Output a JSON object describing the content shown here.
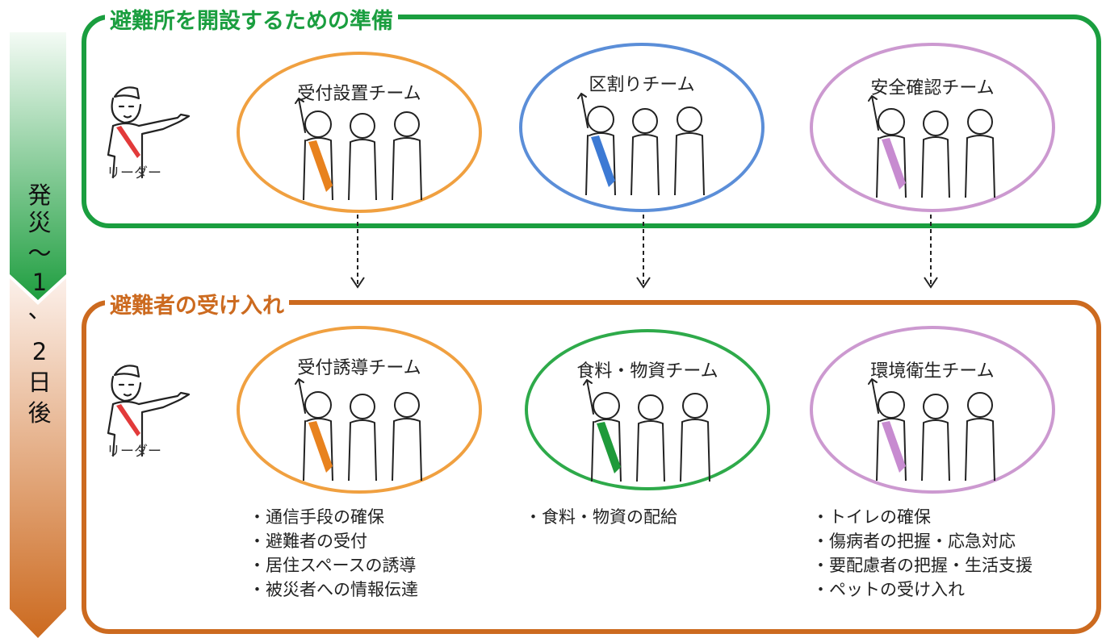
{
  "timeline": {
    "label": "発災〜1、2日後",
    "segments": [
      "発",
      "災",
      "〜",
      "1",
      "、",
      "2",
      "日",
      "後"
    ],
    "colors": {
      "top": "#1a9e3f",
      "bottom": "#cc6a1f"
    }
  },
  "phase_1": {
    "title": "避難所を開設するための準備",
    "color": "#1a9e3f",
    "leader_label": "リーダー",
    "teams": [
      {
        "name": "受付設置チーム",
        "color": "#f0a040",
        "sash": "#e8821e"
      },
      {
        "name": "区割りチーム",
        "color": "#5b8ed8",
        "sash": "#3d7ad4"
      },
      {
        "name": "安全確認チーム",
        "color": "#cc99d0",
        "sash": "#c78bd0"
      }
    ]
  },
  "phase_2": {
    "title": "避難者の受け入れ",
    "color": "#cc6a1f",
    "leader_label": "リーダー",
    "teams": [
      {
        "name": "受付誘導チーム",
        "color": "#f0a040",
        "sash": "#e8821e",
        "tasks": [
          "通信手段の確保",
          "避難者の受付",
          "居住スペースの誘導",
          "被災者への情報伝達"
        ]
      },
      {
        "name": "食料・物資チーム",
        "color": "#2eaa4a",
        "sash": "#1f9a3a",
        "tasks": [
          "食料・物資の配給"
        ]
      },
      {
        "name": "環境衛生チーム",
        "color": "#cc99d0",
        "sash": "#c78bd0",
        "tasks": [
          "トイレの確保",
          "傷病者の把握・応急対応",
          "要配慮者の把握・生活支援",
          "ペットの受け入れ"
        ]
      }
    ]
  }
}
